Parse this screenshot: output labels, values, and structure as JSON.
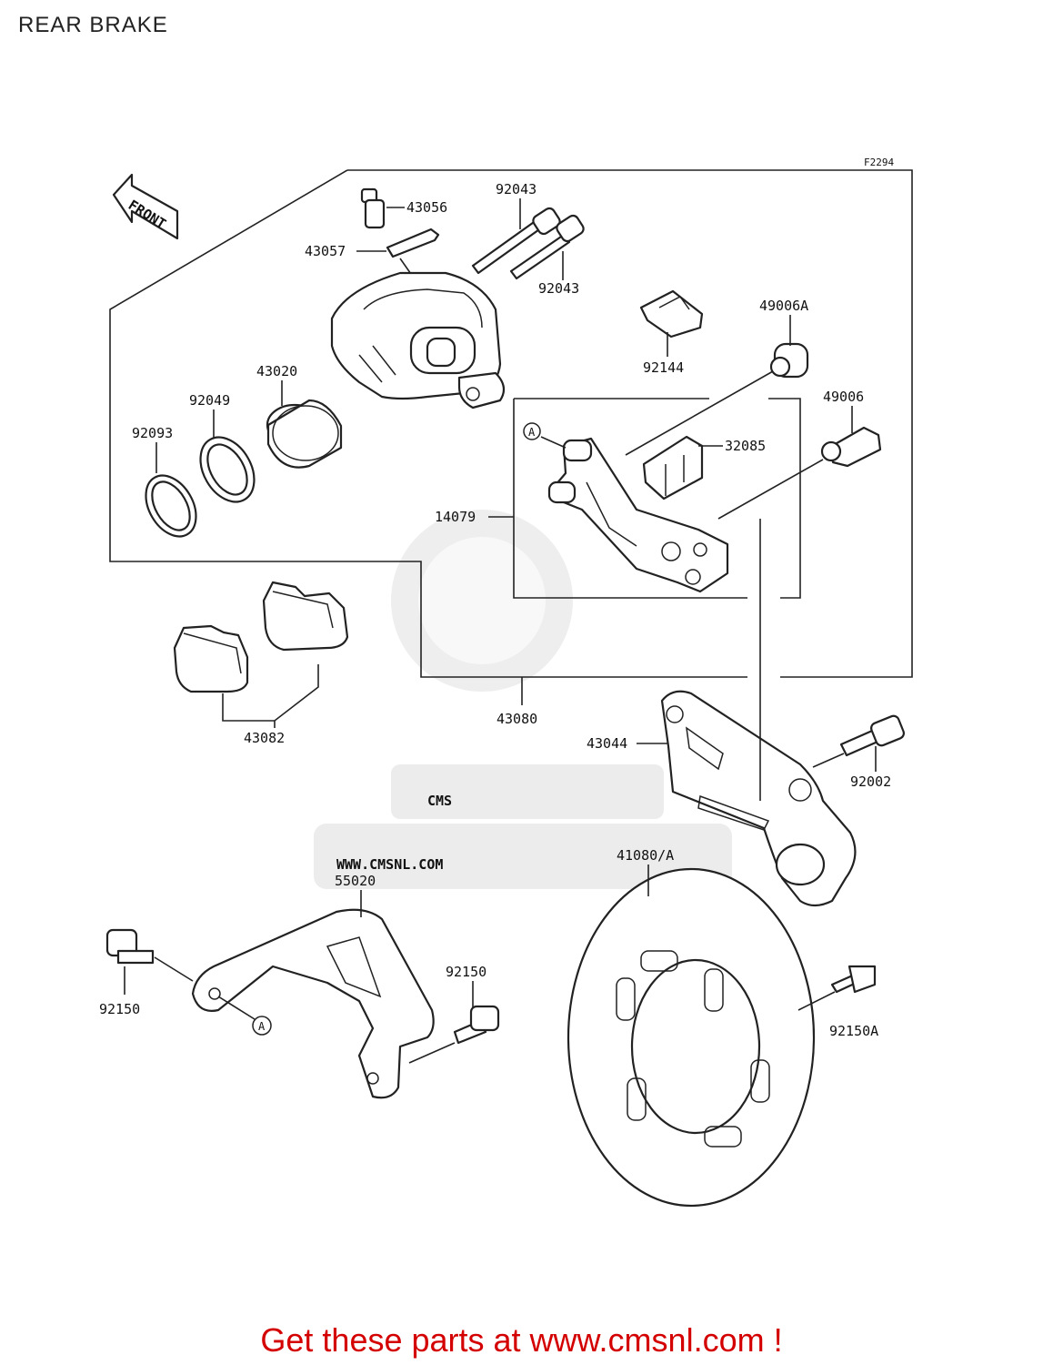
{
  "page_title": "REAR BRAKE",
  "figure_code": "F2294",
  "front_arrow_label": "FRONT",
  "watermark": {
    "brand": "CMS",
    "url": "WWW.CMSNL.COM"
  },
  "callouts": {
    "p43056": "43056",
    "p92043a": "92043",
    "p92043b": "92043",
    "p43057": "43057",
    "p49006A": "49006A",
    "p92144": "92144",
    "p43020": "43020",
    "p92049": "92049",
    "p49006": "49006",
    "p92093": "92093",
    "p32085": "32085",
    "p14079": "14079",
    "p43082": "43082",
    "p43080": "43080",
    "p43044": "43044",
    "p92002": "92002",
    "p41080A": "41080/A",
    "p55020": "55020",
    "p92150a": "92150",
    "p92150b": "92150",
    "p92150A": "92150A",
    "refA1": "A",
    "refA2": "A"
  },
  "footer": {
    "text": "Get these parts at www.cmsnl.com !"
  }
}
